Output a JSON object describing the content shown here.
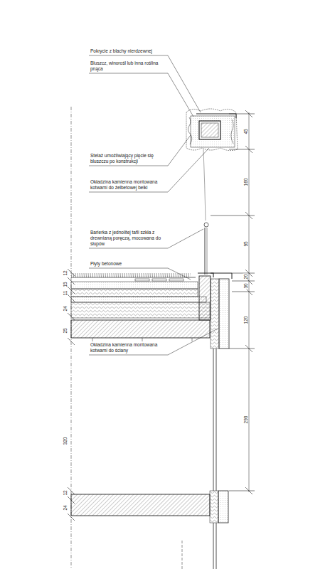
{
  "diagram": {
    "labels": [
      "Pokrycie z blachy nierdzewnej",
      "Bluszcz, winorośl lub inna roślina pnąca",
      "Stelaż umożliwiający pięcie się bluszczu po konstrukcji",
      "Okładzina kamienna montowana kotwami do żelbetowej belki",
      "Barierka z jednolitej tafli szkła z drewnianą poręczą, mocowana do słupów",
      "Płyty betonowe",
      "Okładzina kamienna montowana kotwami do ściany",
      "45",
      "160",
      "95",
      "20",
      "30",
      "120",
      "290",
      "12",
      "15",
      "11",
      "24",
      "25",
      "320",
      "12",
      "24"
    ]
  }
}
